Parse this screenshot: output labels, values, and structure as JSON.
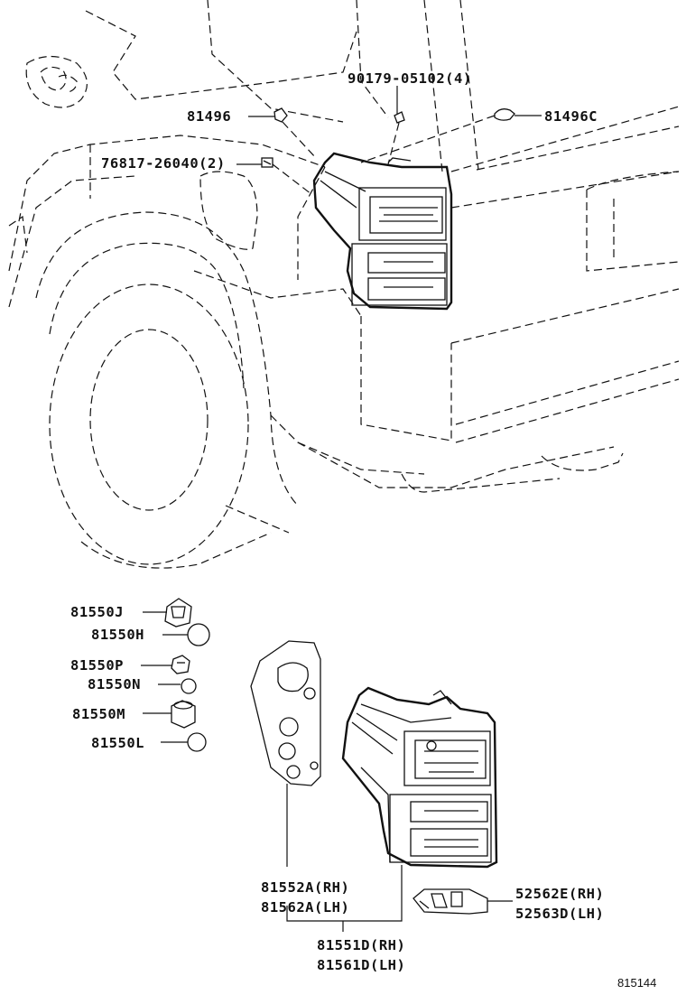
{
  "diagram": {
    "callouts": {
      "p90179": "90179-05102(4)",
      "p81496": "81496",
      "p81496c": "81496C",
      "p76817": "76817-26040(2)",
      "p81550j": "81550J",
      "p81550h": "81550H",
      "p81550p": "81550P",
      "p81550n": "81550N",
      "p81550m": "81550M",
      "p81550l": "81550L",
      "p81552a": "81552A(RH)",
      "p81562a": "81562A(LH)",
      "p52562e": "52562E(RH)",
      "p52563d": "52563D(LH)",
      "p81551d": "81551D(RH)",
      "p81561d": "81561D(LH)"
    },
    "figure_number": "815144"
  }
}
